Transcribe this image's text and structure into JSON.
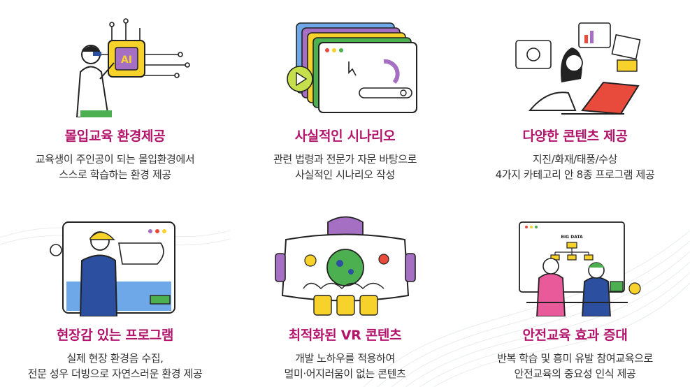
{
  "features": [
    {
      "title": "몰입교육 환경제공",
      "desc": [
        "교육생이 주인공이 되는 몰입환경에서",
        "스스로 학습하는 환경 제공"
      ],
      "chip_label": "AI"
    },
    {
      "title": "사실적인 시나리오",
      "desc": [
        "관련 법령과 전문가 자문 바탕으로",
        "사실적인 시나리오 작성"
      ]
    },
    {
      "title": "다양한 콘텐츠 제공",
      "desc": [
        "지진/화재/태풍/수상",
        "4가지 카테고리 안 8종 프로그램 제공"
      ]
    },
    {
      "title": "현장감 있는 프로그램",
      "desc": [
        "실제 현장 환경음 수집,",
        "전문 성우 더빙으로 자연스러운 환경 제공"
      ]
    },
    {
      "title": "최적화된 VR 콘텐츠",
      "desc": [
        "개발 노하우를 적용하여",
        "멀미·어지러움이 없는 콘텐츠"
      ]
    },
    {
      "title": "안전교육 효과 증대",
      "desc": [
        "반복 학습 및 흥미 유발 참여교육으로",
        "안전교육의 중요성 인식 제공"
      ],
      "board_label": "BIG DATA"
    }
  ],
  "colors": {
    "title": "#b3146b",
    "accent_green": "#4caf50",
    "accent_yellow": "#f7d22a",
    "accent_purple": "#a56fc4",
    "accent_red": "#e84b3c",
    "accent_blue": "#2d4fa0"
  }
}
